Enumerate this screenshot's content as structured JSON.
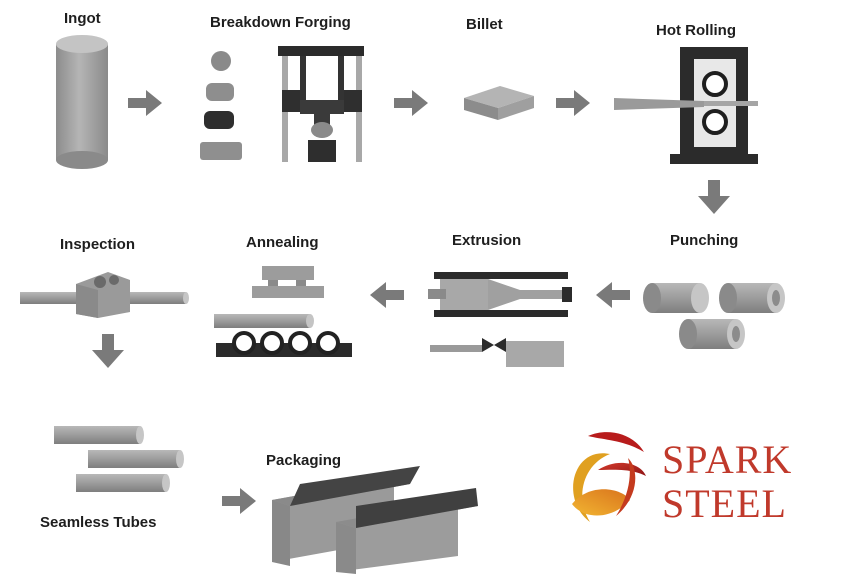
{
  "steps": {
    "ingot": "Ingot",
    "breakdown_forging": "Breakdown Forging",
    "billet": "Billet",
    "hot_rolling": "Hot Rolling",
    "punching": "Punching",
    "extrusion": "Extrusion",
    "annealing": "Annealing",
    "inspection": "Inspection",
    "seamless_tubes": "Seamless Tubes",
    "packaging": "Packaging"
  },
  "logo": {
    "line1": "SPARK",
    "line2": "STEEL"
  },
  "colors": {
    "shape": "#9a9a9a",
    "shape_dark": "#2b2b2b",
    "arrow": "#7a7a7a",
    "logo_text": "#c0392b",
    "logo_gold": "#e0a020",
    "logo_red": "#b81c1c"
  },
  "icons": {
    "arrow": "right-arrow-icon",
    "logo": "spark-swirl-logo"
  }
}
